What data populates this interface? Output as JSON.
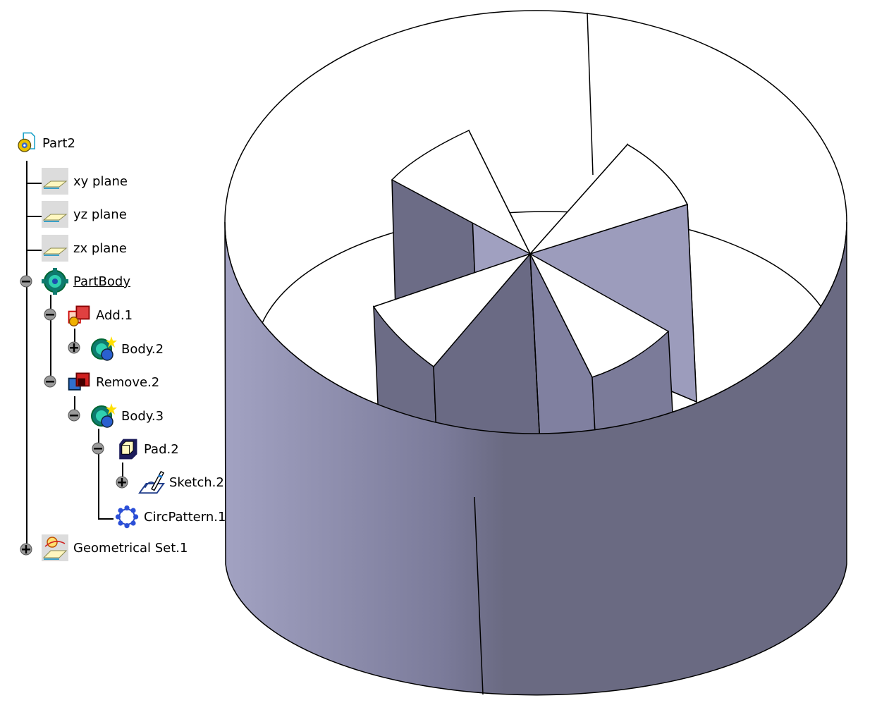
{
  "window": {
    "background": "#ffffff",
    "surface_color": "#7b7b9a",
    "surface_light": "#a2a2c2"
  },
  "tree": {
    "items": [
      {
        "id": "part2",
        "label": "Part2",
        "icon": "part-icon",
        "toggle": "none",
        "underline": false
      },
      {
        "id": "xy",
        "label": "xy plane",
        "icon": "plane-icon",
        "toggle": "none",
        "underline": false
      },
      {
        "id": "yz",
        "label": "yz plane",
        "icon": "plane-icon",
        "toggle": "none",
        "underline": false
      },
      {
        "id": "zx",
        "label": "zx plane",
        "icon": "plane-icon",
        "toggle": "none",
        "underline": false
      },
      {
        "id": "partbody",
        "label": "PartBody",
        "icon": "body-gear-icon",
        "toggle": "minus",
        "underline": true
      },
      {
        "id": "add1",
        "label": "Add.1",
        "icon": "boolean-add-icon",
        "toggle": "minus",
        "underline": false
      },
      {
        "id": "body2",
        "label": "Body.2",
        "icon": "body-gear-icon",
        "toggle": "plus",
        "underline": false
      },
      {
        "id": "remove2",
        "label": "Remove.2",
        "icon": "boolean-remove-icon",
        "toggle": "minus",
        "underline": false
      },
      {
        "id": "body3",
        "label": "Body.3",
        "icon": "body-gear-icon",
        "toggle": "minus",
        "underline": false
      },
      {
        "id": "pad2",
        "label": "Pad.2",
        "icon": "pad-icon",
        "toggle": "minus",
        "underline": false
      },
      {
        "id": "sketch2",
        "label": "Sketch.2",
        "icon": "sketch-icon",
        "toggle": "plus",
        "underline": false
      },
      {
        "id": "circpattern1",
        "label": "CircPattern.1",
        "icon": "circular-pattern-icon",
        "toggle": "none",
        "underline": false
      },
      {
        "id": "geoset1",
        "label": "Geometrical Set.1",
        "icon": "geometrical-set-icon",
        "toggle": "plus",
        "underline": false
      }
    ]
  }
}
